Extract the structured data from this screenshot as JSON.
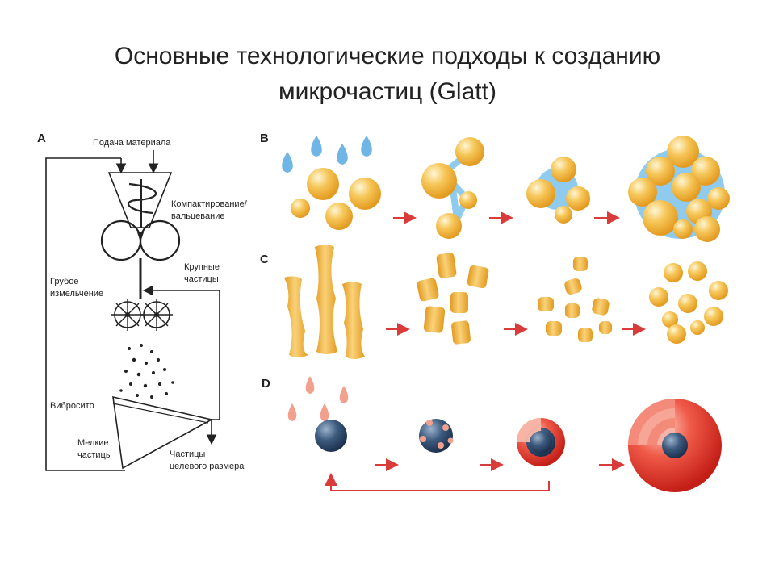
{
  "title": {
    "line1": "Основные технологические подходы к созданию",
    "line2": "микрочастиц (Glatt)"
  },
  "panels": {
    "a": "A",
    "b": "B",
    "c": "C",
    "d": "D"
  },
  "diagram_a": {
    "feed": "Подача материала",
    "compaction_1": "Компактирование/",
    "compaction_2": "вальцевание",
    "coarse_1": "Крупные",
    "coarse_2": "частицы",
    "crush_1": "Грубое",
    "crush_2": "измельчение",
    "sieve": "Вибросито",
    "fine_1": "Мелкие",
    "fine_2": "частицы",
    "target_1": "Частицы",
    "target_2": "целевого размера"
  },
  "colors": {
    "orange": "#f2b33d",
    "orange_light": "#fbe3a3",
    "drop_blue": "#6fb6e6",
    "drop_pink": "#f2a18f",
    "core": "#2f4a6b",
    "shell": "#e53a2e",
    "arrow": "#d93a3a"
  }
}
